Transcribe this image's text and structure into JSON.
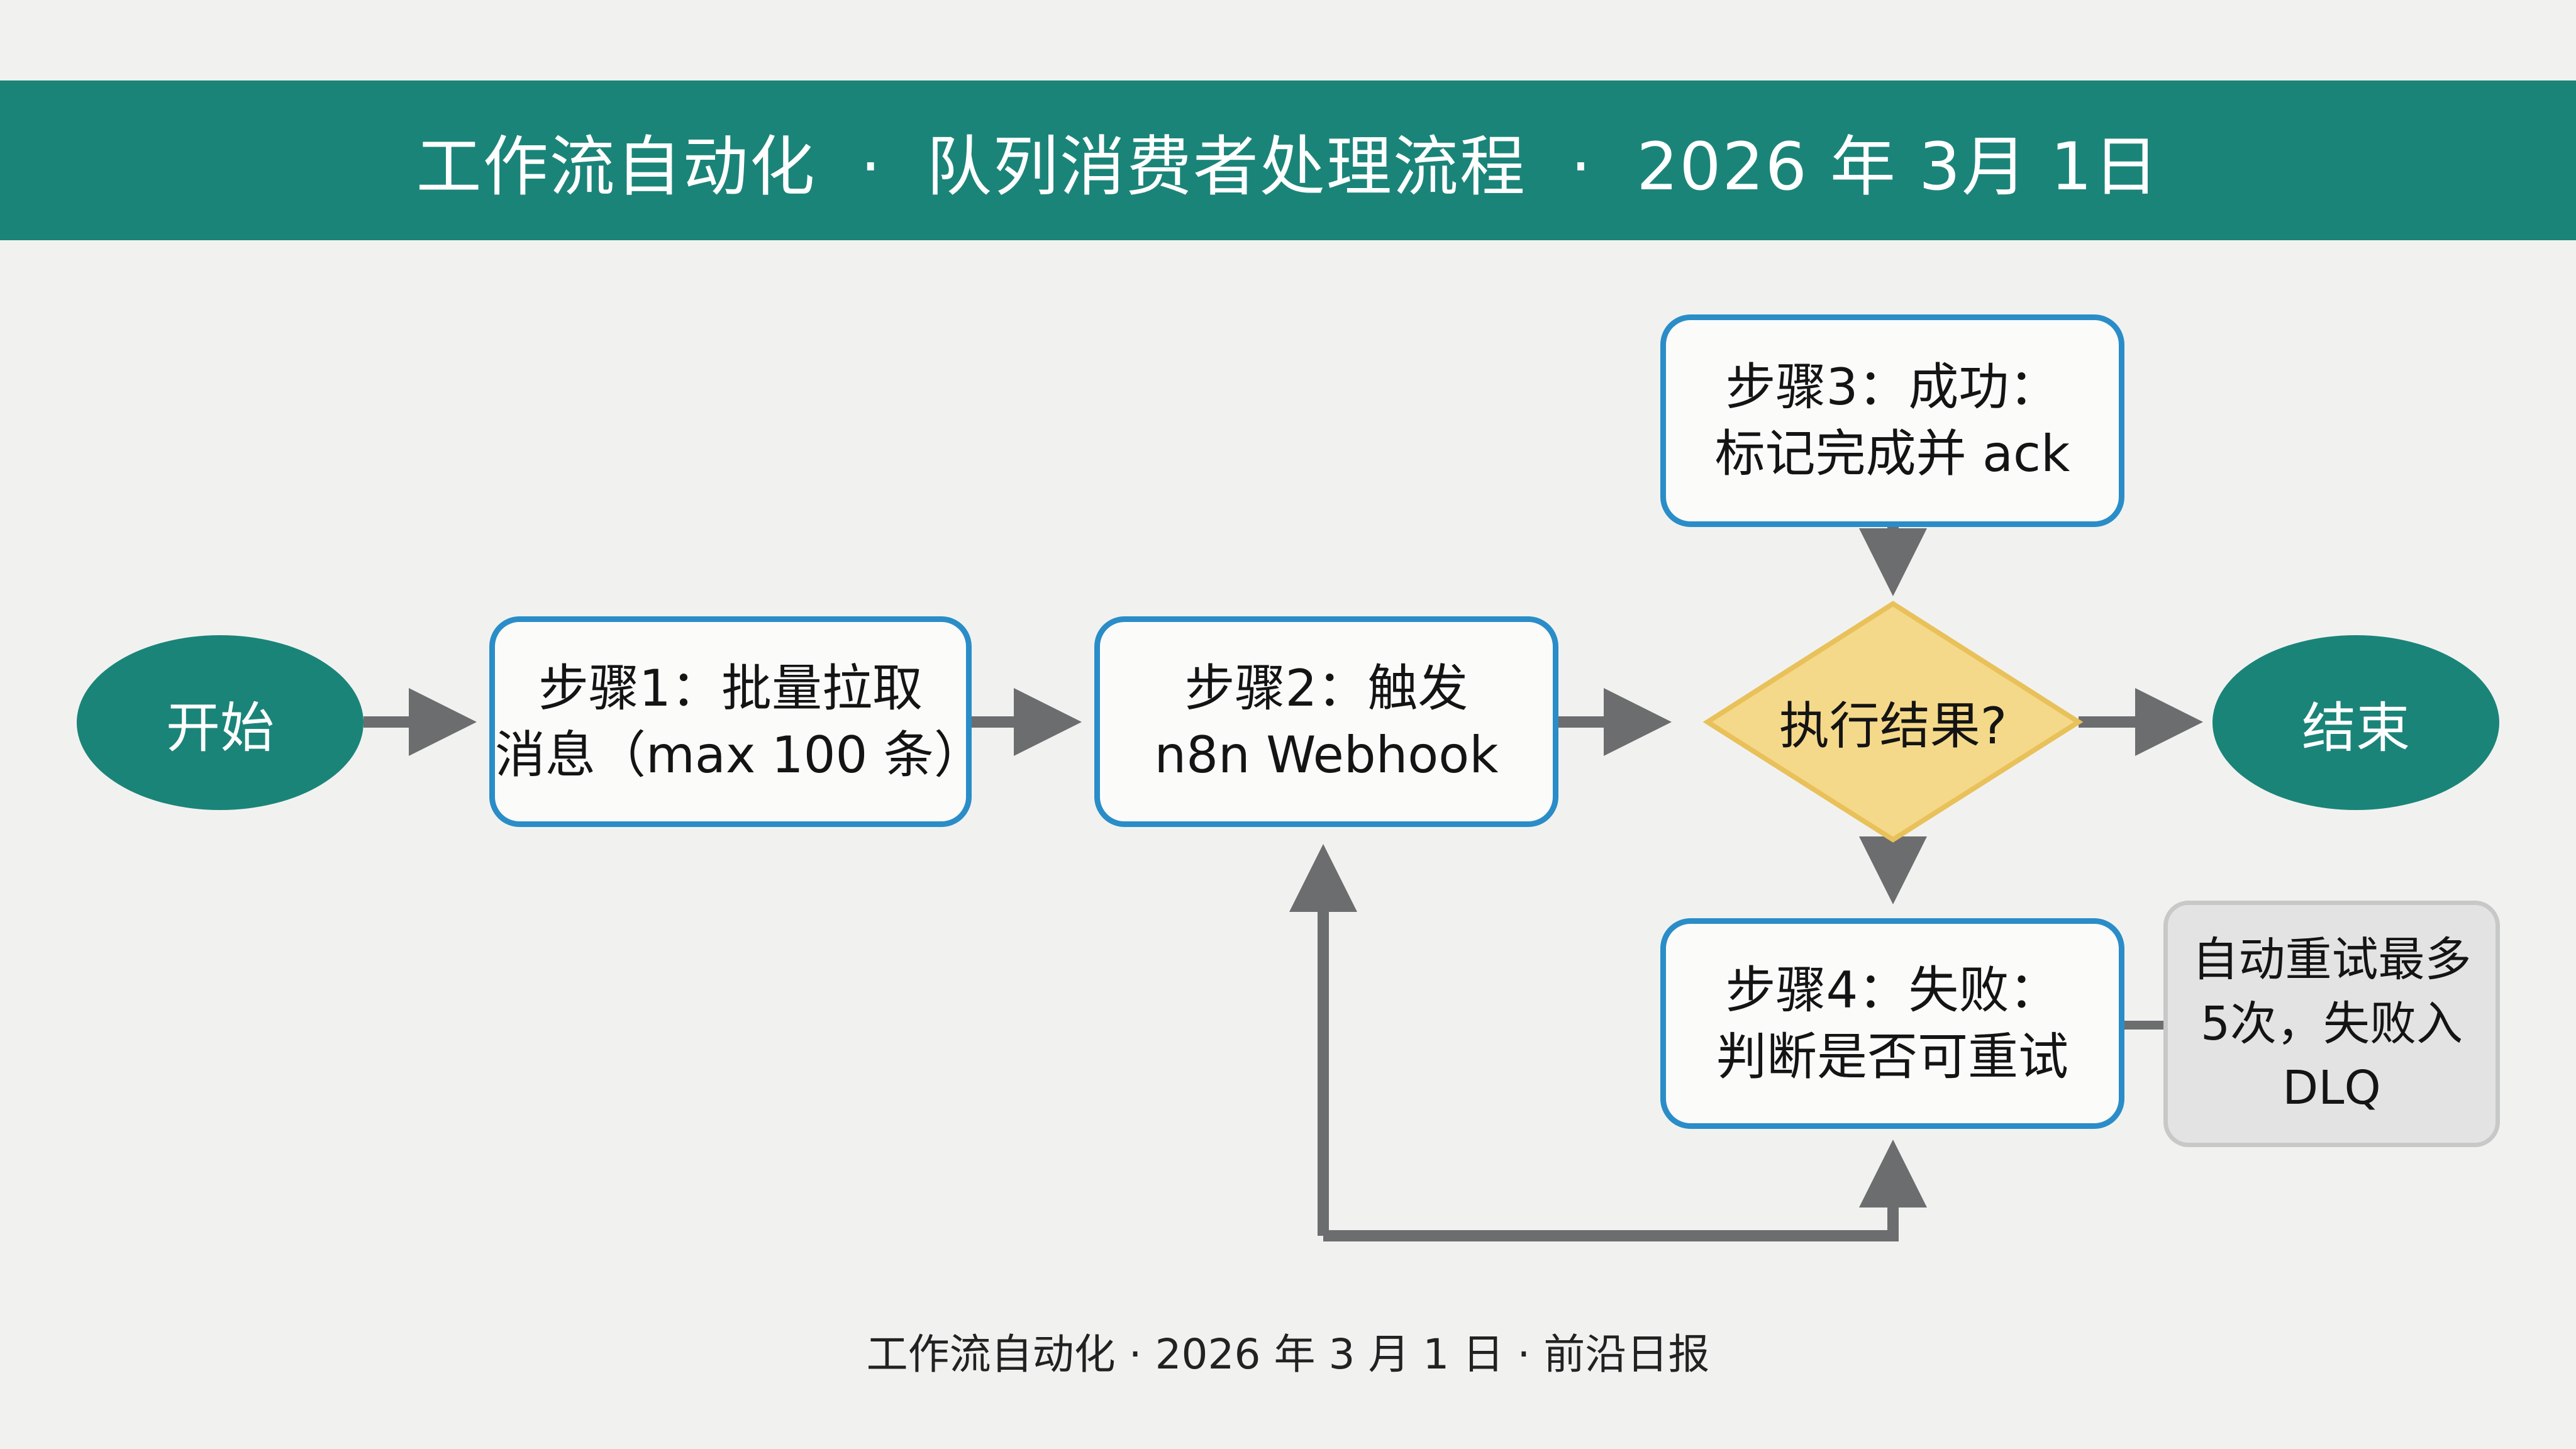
{
  "header": {
    "title": "工作流自动化  ·  队列消费者处理流程  ·  2026 年 3月 1日"
  },
  "nodes": {
    "start": {
      "label": "开始"
    },
    "step1": {
      "line1": "步骤1：批量拉取",
      "line2": "消息（max 100 条）"
    },
    "step2": {
      "line1": "步骤2：触发",
      "line2": "n8n Webhook"
    },
    "step3": {
      "line1": "步骤3：成功：",
      "line2": "标记完成并 ack"
    },
    "decision": {
      "label": "执行结果?"
    },
    "end": {
      "label": "结束"
    },
    "step4": {
      "line1": "步骤4：失败：",
      "line2": "判断是否可重试"
    },
    "note": {
      "line1": "自动重试最多",
      "line2": "5次，失败入",
      "line3": "DLQ"
    }
  },
  "colors": {
    "header_bg": "#1b8479",
    "terminal_bg": "#1b8479",
    "process_border": "#2a8dc8",
    "decision_fill": "#f5d98a",
    "decision_border": "#e9c15a",
    "arrow": "#6b6d6e",
    "note_bg": "#e2e3e2",
    "page_bg": "#f1f2f0"
  },
  "footer": {
    "text": "工作流自动化 · 2026 年 3 月 1 日 · 前沿日报"
  }
}
